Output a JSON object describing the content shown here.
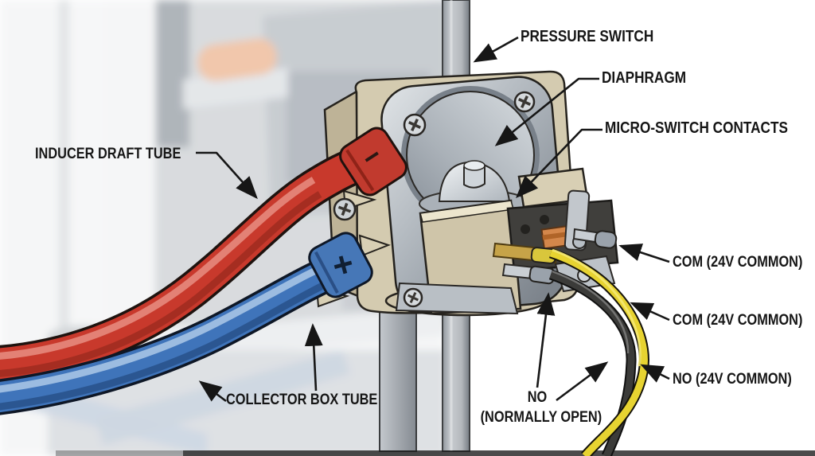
{
  "figure": {
    "callouts": {
      "pressure_switch": "PRESSURE SWITCH",
      "diaphragm": "DIAPHRAGM",
      "micro_switch_contacts": "MICRO-SWITCH CONTACTS",
      "inducer_draft_tube": "INDUCER DRAFT TUBE",
      "collector_box_tube": "COLLECTOR BOX TUBE",
      "com_terminal": "COM (24V COMMON)",
      "com_wire": "COM (24V COMMON)",
      "no_wire": "NO (24V COMMON)",
      "no_terminal_line1": "NO",
      "no_terminal_line2": "(NORMALLY OPEN)"
    },
    "port_markings": {
      "inducer_port": "−",
      "collector_port": "+"
    },
    "colors": {
      "inducer_tube_red": "#c8392c",
      "collector_tube_blue": "#3f74ba",
      "no_wire_yellow": "#e7d331",
      "com_wire_black": "#3b3b39",
      "switch_housing_tan": "#d4cbb0",
      "metal_silver": "#aeb4ba",
      "brass": "#c6a348",
      "contact_orange": "#d4874b",
      "label_text": "#161616",
      "background": "#ffffff"
    }
  }
}
